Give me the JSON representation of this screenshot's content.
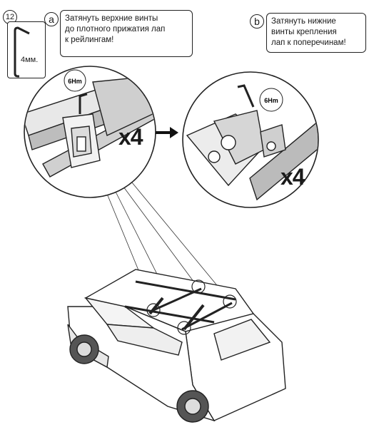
{
  "step": {
    "number": "12"
  },
  "tool": {
    "size_label": "4мм."
  },
  "step_a": {
    "marker": "a",
    "instruction": "Затянуть верхние винты\nдо плотного прижатия лап\nк рейлингам!",
    "wrench_label": "6Hm",
    "quantity": "x4"
  },
  "step_b": {
    "marker": "b",
    "instruction": "Затянуть нижние\nвинты крепления\nлап к поперечинам!",
    "wrench_label": "6Hm",
    "quantity": "x4"
  },
  "colors": {
    "ink": "#1a1a1a",
    "paper": "#ffffff",
    "shade": "#d9d9d9"
  }
}
